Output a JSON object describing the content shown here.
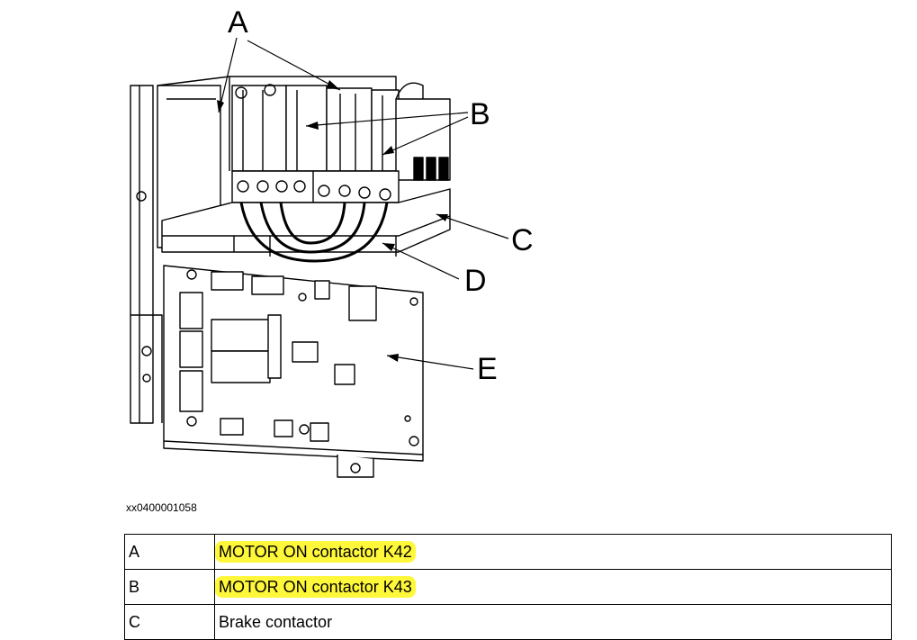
{
  "callouts": {
    "a": "A",
    "b": "B",
    "c": "C",
    "d": "D",
    "e": "E"
  },
  "figure_id": "xx0400001058",
  "legend": {
    "rows": [
      {
        "key": "A",
        "text": "MOTOR ON contactor K42",
        "highlighted": true
      },
      {
        "key": "B",
        "text": "MOTOR ON contactor K43",
        "highlighted": true
      },
      {
        "key": "C",
        "text": "Brake contactor",
        "highlighted": false
      }
    ]
  },
  "colors": {
    "highlight": "#fff73a",
    "line": "#000000"
  }
}
